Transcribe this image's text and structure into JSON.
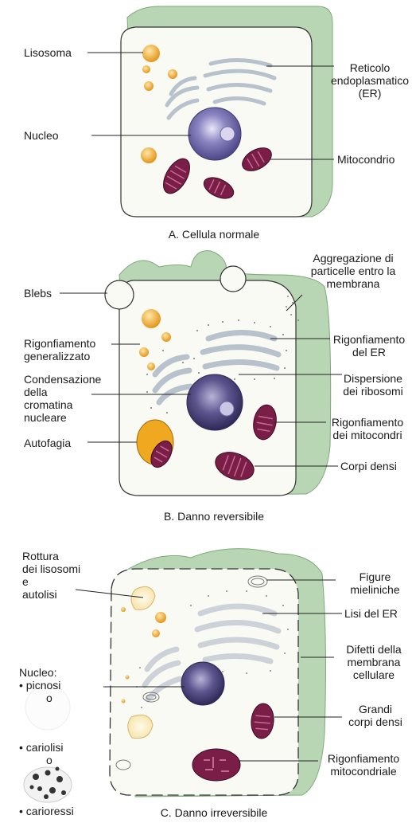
{
  "panel_a": {
    "caption": "A. Cellula normale",
    "labels": {
      "lisosoma": "Lisosoma",
      "nucleo": "Nucleo",
      "reticolo": "Reticolo\nendoplasmatico\n(ER)",
      "mitocondrio": "Mitocondrio"
    }
  },
  "panel_b": {
    "caption": "B. Danno reversibile",
    "labels": {
      "blebs": "Blebs",
      "rigonfiamento_gen": "Rigonfiamento\ngeneralizzato",
      "condensazione": "Condensazione\ndella\ncromatina\nnucleare",
      "autofagia": "Autofagia",
      "aggregazione": "Aggregazione di\nparticelle entro la\nmembrana",
      "rigonfiamento_er": "Rigonfiamento\ndel ER",
      "dispersione": "Dispersione\ndei ribosomi",
      "rigonfiamento_mito": "Rigonfiamento\ndei mitocondri",
      "corpi_densi": "Corpi densi"
    }
  },
  "panel_c": {
    "caption": "C. Danno irreversibile",
    "labels": {
      "rottura": "Rottura\ndei lisosomi\ne\nautolisi",
      "nucleo": "Nucleo:",
      "picnosi": "• picnosi",
      "o1": "o",
      "cariolisi": "• cariolisi",
      "o2": "o",
      "carioressi": "• carioressi",
      "figure": "Figure\nmieliniche",
      "lisi_er": "Lisi del ER",
      "difetti": "Difetti della\nmembrana\ncellulare",
      "grandi_corpi": "Grandi\ncorpi densi",
      "rig_mito": "Rigonfiamento\nmitocondriale"
    }
  },
  "colors": {
    "membrane_green": "#b9d6b4",
    "membrane_dark": "#8fb98b",
    "cell_fill": "#fafaf5",
    "nucleus": "#6e6aa8",
    "nucleus_dark": "#3f3a72",
    "mito": "#7a1e48",
    "lysosome": "#f0a820",
    "er": "#b7c2cc"
  }
}
